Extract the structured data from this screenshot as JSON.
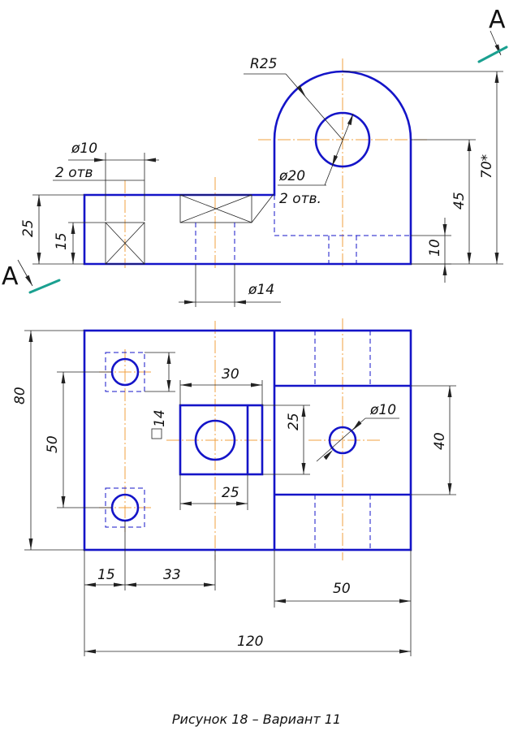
{
  "section_letter": "A",
  "colors": {
    "contour": "#1414c8",
    "axis": "#f0a040",
    "dimension": "#222222",
    "cut_marker": "#1aa090"
  },
  "front_view": {
    "dims": {
      "r25": "R25",
      "d10": "ø10",
      "holes_left": "2 отв",
      "d20": "ø20",
      "holes_right": "2 отв.",
      "d14": "ø14",
      "h25": "25",
      "h15": "15",
      "h10": "10",
      "h45": "45",
      "h70": "70*"
    }
  },
  "top_view": {
    "dims": {
      "h80": "80",
      "h50": "50",
      "w30": "30",
      "sq14": "14",
      "h25": "25",
      "w25": "25",
      "d10": "ø10",
      "h40": "40",
      "w15": "15",
      "w33": "33",
      "w50": "50",
      "w120": "120"
    }
  },
  "caption": "Рисунок 18 – Вариант 11"
}
